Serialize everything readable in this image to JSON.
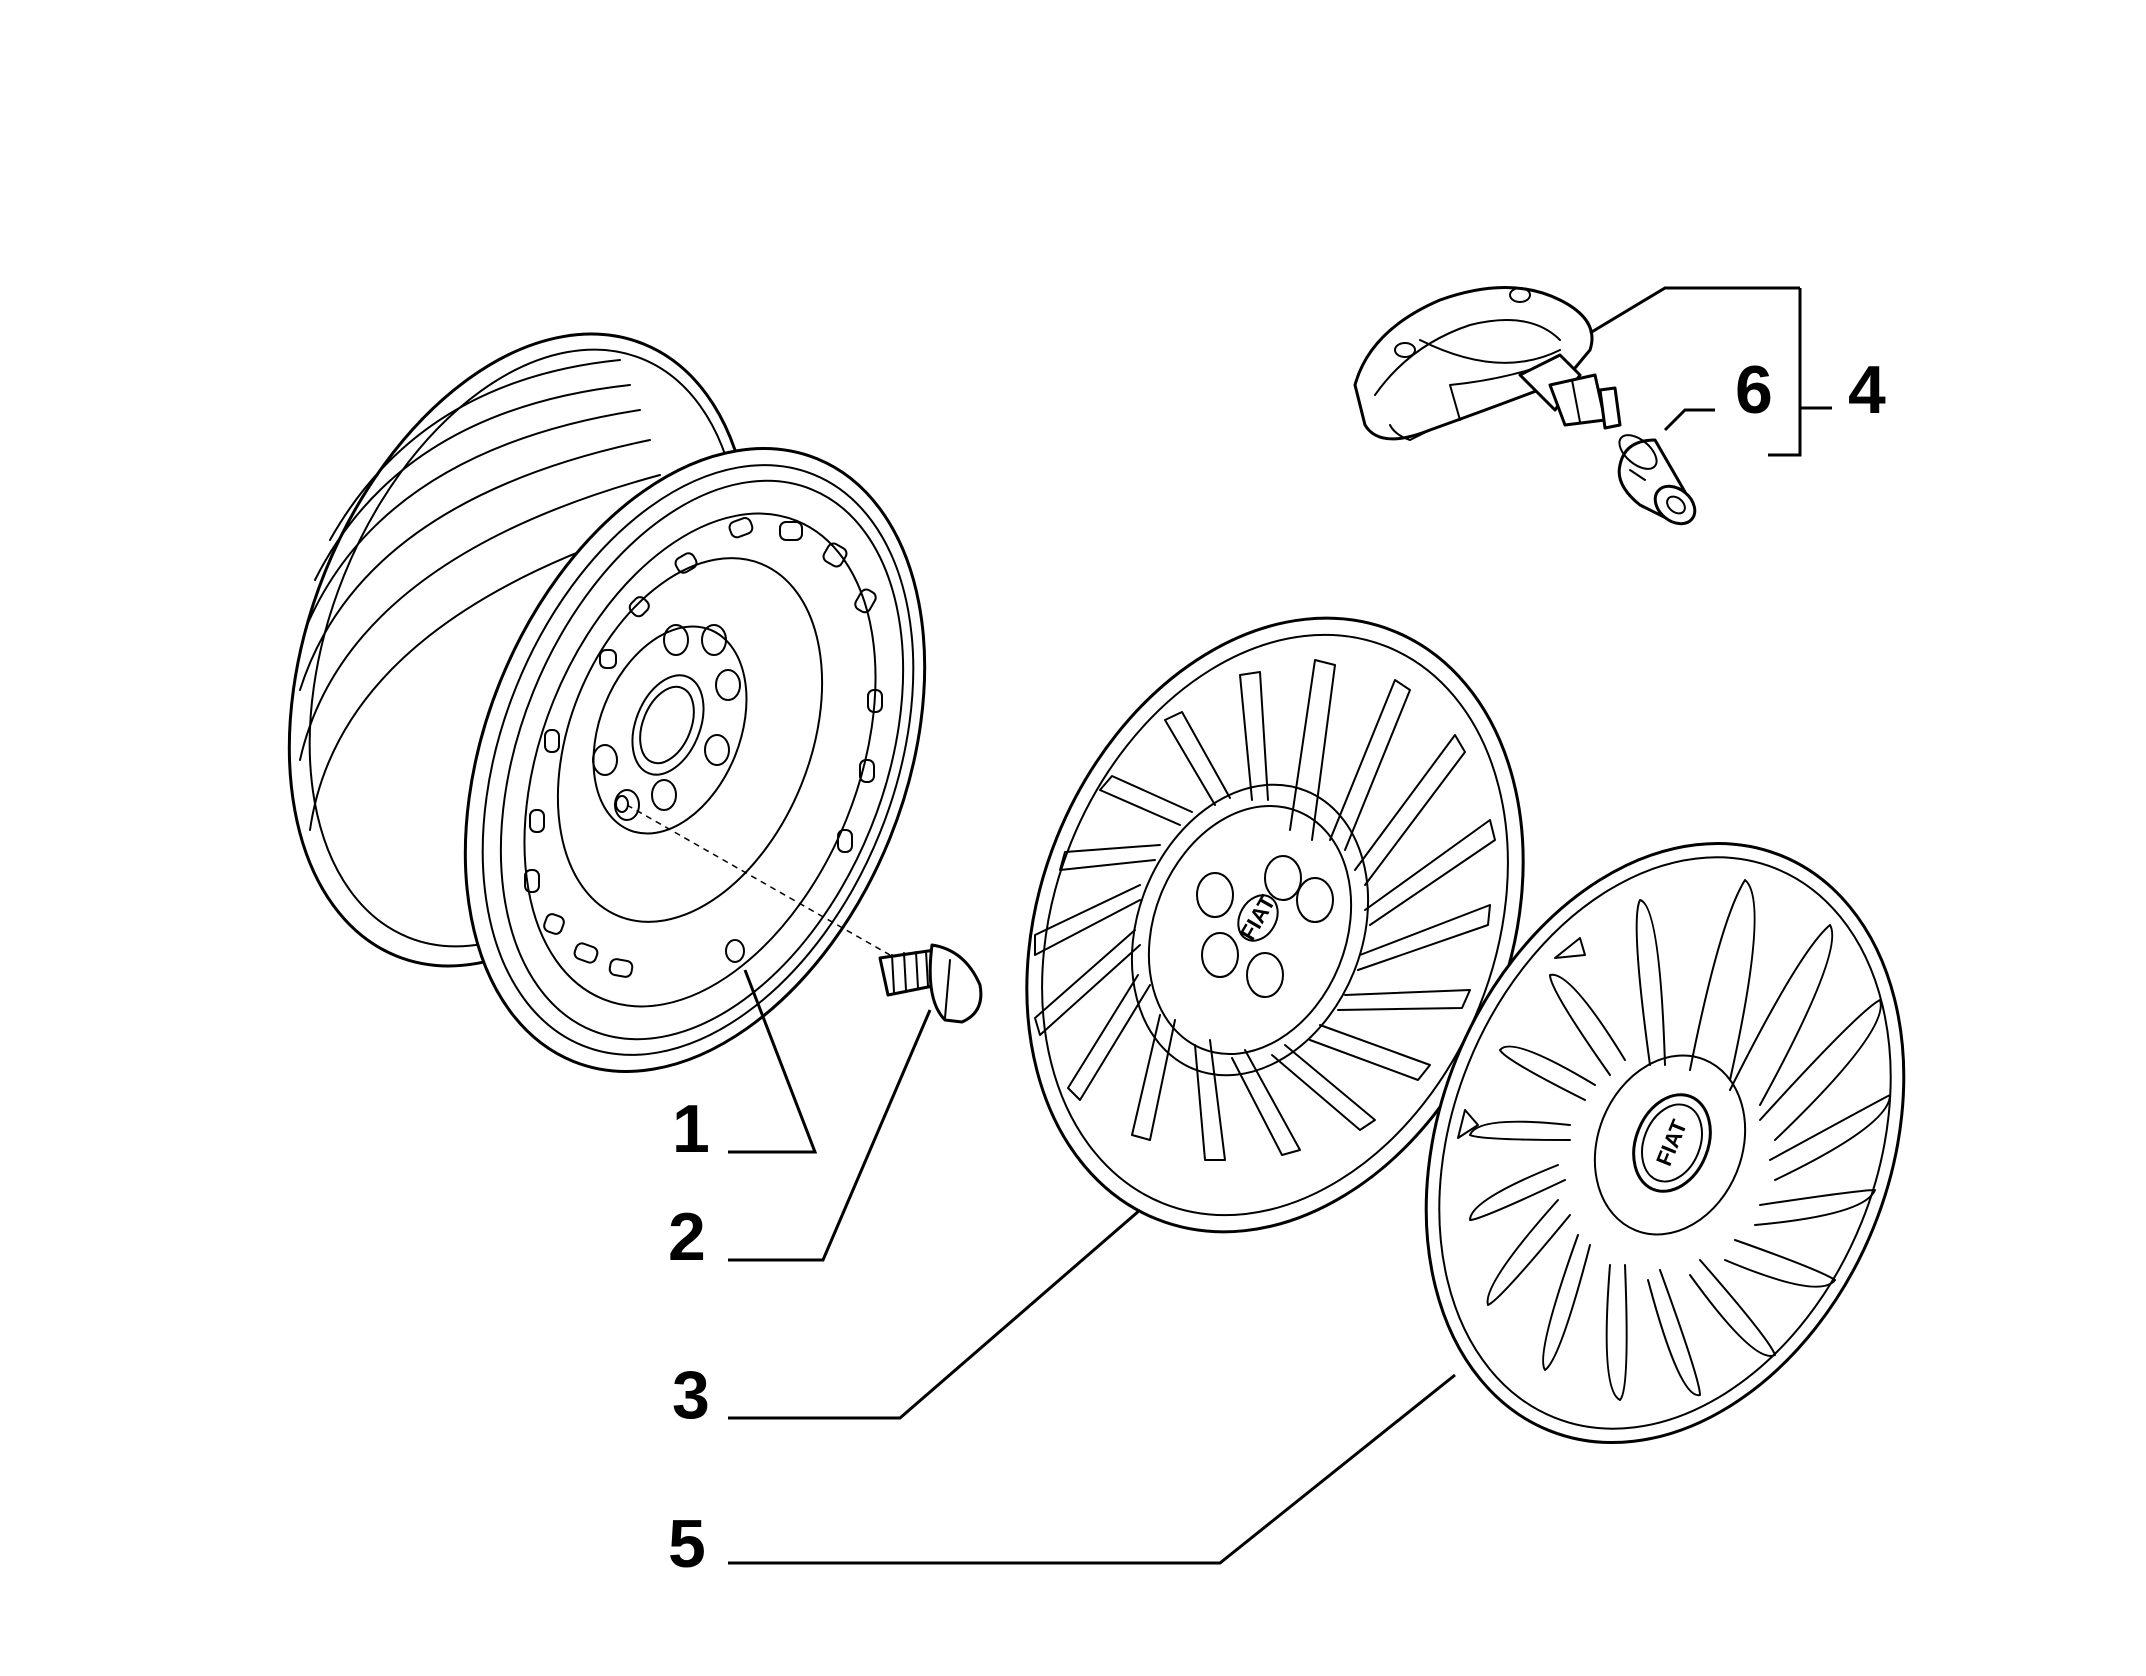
{
  "callouts": {
    "c1": "1",
    "c2": "2",
    "c3": "3",
    "c4": "4",
    "c5": "5",
    "c6": "6"
  },
  "parts": {
    "wheel": "steel-wheel-rim",
    "bolt": "wheel-bolt",
    "cap3": "wheel-trim-cap",
    "cap5": "wheel-trim-cap",
    "sensor": "tyre-pressure-sensor",
    "valve_cap": "valve-cap"
  },
  "logo": {
    "text": "FIAT"
  },
  "colors": {
    "line": "#000000",
    "background": "#ffffff"
  }
}
